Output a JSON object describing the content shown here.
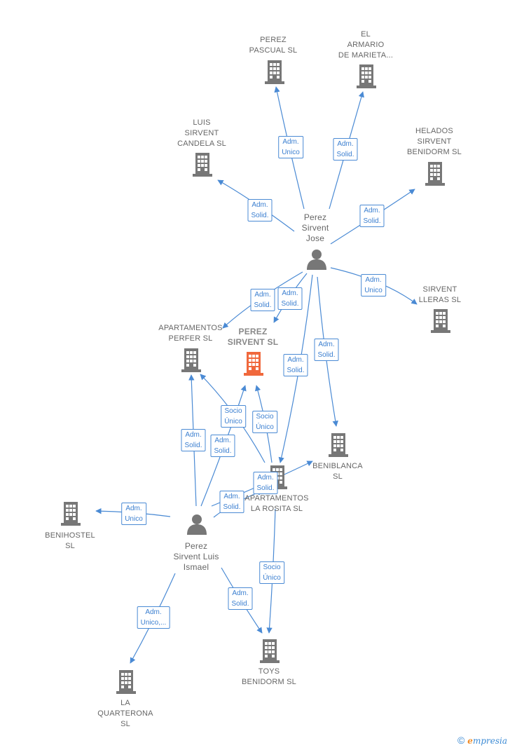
{
  "colors": {
    "edge": "#4a8ad4",
    "company_icon": "#777777",
    "main_company_icon": "#f0683c",
    "person_icon": "#777777",
    "label_text": "#666666"
  },
  "nodes": [
    {
      "id": "perez_pascual",
      "type": "company",
      "label": "PEREZ\nPASCUAL SL"
    },
    {
      "id": "el_armario",
      "type": "company",
      "label": "EL\nARMARIO\nDE MARIETA..."
    },
    {
      "id": "luis_sirvent",
      "type": "company",
      "label": "LUIS\nSIRVENT\nCANDELA SL"
    },
    {
      "id": "helados",
      "type": "company",
      "label": "HELADOS\nSIRVENT\nBENIDORM  SL"
    },
    {
      "id": "perez_jose",
      "type": "person",
      "label": "Perez\nSirvent\nJose"
    },
    {
      "id": "sirvent_lleras",
      "type": "company",
      "label": "SIRVENT\nLLERAS  SL"
    },
    {
      "id": "apartamentos_perfer",
      "type": "company",
      "label": "APARTAMENTOS\nPERFER  SL"
    },
    {
      "id": "perez_sirvent",
      "type": "main",
      "label": "PEREZ\nSIRVENT  SL"
    },
    {
      "id": "beniblanca",
      "type": "company",
      "label": "BENIBLANCA\nSL"
    },
    {
      "id": "apartamentos_rosita",
      "type": "company",
      "label": "APARTAMENTOS\nLA ROSITA  SL"
    },
    {
      "id": "benihostel",
      "type": "company",
      "label": "BENIHOSTEL\nSL"
    },
    {
      "id": "perez_luis",
      "type": "person",
      "label": "Perez\nSirvent Luis\nIsmael"
    },
    {
      "id": "toys",
      "type": "company",
      "label": "TOYS\nBENIDORM SL"
    },
    {
      "id": "quarterona",
      "type": "company",
      "label": "LA\nQUARTERONA\nSL"
    }
  ],
  "edges": [
    {
      "from": "perez_jose",
      "to": "perez_pascual",
      "label": "Adm.\nUnico"
    },
    {
      "from": "perez_jose",
      "to": "el_armario",
      "label": "Adm.\nSolid."
    },
    {
      "from": "perez_jose",
      "to": "luis_sirvent",
      "label": "Adm.\nSolid."
    },
    {
      "from": "perez_jose",
      "to": "helados",
      "label": "Adm.\nSolid."
    },
    {
      "from": "perez_jose",
      "to": "sirvent_lleras",
      "label": "Adm.\nUnico"
    },
    {
      "from": "perez_jose",
      "to": "apartamentos_perfer",
      "label": "Adm.\nSolid."
    },
    {
      "from": "perez_jose",
      "to": "perez_sirvent",
      "label": "Adm.\nSolid."
    },
    {
      "from": "perez_jose",
      "to": "beniblanca",
      "label": "Adm.\nSolid."
    },
    {
      "from": "perez_jose",
      "to": "apartamentos_rosita",
      "label": "Adm.\nSolid."
    },
    {
      "from": "apartamentos_rosita",
      "to": "apartamentos_perfer",
      "label": "Socio\nÚnico"
    },
    {
      "from": "apartamentos_rosita",
      "to": "perez_sirvent",
      "label": "Socio\nÚnico"
    },
    {
      "from": "perez_luis",
      "to": "apartamentos_perfer",
      "label": "Adm.\nSolid."
    },
    {
      "from": "perez_luis",
      "to": "perez_sirvent",
      "label": "Adm.\nSolid."
    },
    {
      "from": "perez_luis",
      "to": "beniblanca",
      "label": "Adm.\nSolid."
    },
    {
      "from": "perez_luis",
      "to": "benihostel",
      "label": "Adm.\nUnico"
    },
    {
      "from": "perez_luis",
      "to": "toys",
      "label": "Adm.\nSolid."
    },
    {
      "from": "apartamentos_rosita",
      "to": "toys",
      "label": "Socio\nÚnico"
    },
    {
      "from": "perez_luis",
      "to": "quarterona",
      "label": "Adm.\nUnico,..."
    },
    {
      "from": "perez_luis",
      "to": "apartamentos_rosita",
      "label": "Adm.\nSolid."
    }
  ],
  "brand": {
    "copyright": "©",
    "first_letter": "e",
    "rest": "mpresia"
  }
}
